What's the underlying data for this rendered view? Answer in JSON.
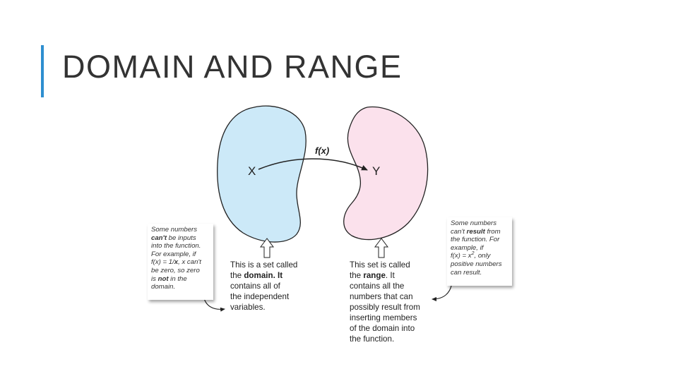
{
  "title": "DOMAIN AND RANGE",
  "colors": {
    "accent": "#2e8fd0",
    "domain_fill": "#cce9f8",
    "range_fill": "#fbe1ec",
    "outline": "#222222"
  },
  "diagram": {
    "domain_label": "X",
    "range_label": "Y",
    "function_label": "f(x)",
    "left_note": {
      "l1": "Some numbers",
      "l2_bold": "can't",
      "l2_rest": " be inputs",
      "l3": "into the function.",
      "l4": "For example, if",
      "l5_pre": "f(x) = 1/",
      "l5_var": "x",
      "l5_post": ", x can't",
      "l6": "be zero, so zero",
      "l7_pre": "is ",
      "l7_bold": "not",
      "l7_post": " in the",
      "l8": "domain."
    },
    "right_note": {
      "l1": "Some numbers",
      "l2_pre": "can't ",
      "l2_bold": "result",
      "l2_post": " from",
      "l3": "the function.  For",
      "l4": "example, if",
      "l5_pre": "f(x) = x",
      "l5_sup": "2",
      "l5_post": ", only",
      "l6": "positive numbers",
      "l7": "can result."
    },
    "domain_caption": {
      "l1": "This is a set called",
      "l2_pre": "the ",
      "l2_bold": "domain",
      "l2_post": ".  It",
      "l3": "contains all of",
      "l4": "the independent",
      "l5": "variables."
    },
    "range_caption": {
      "l1": "This set is called",
      "l2_pre": "the ",
      "l2_bold": "range",
      "l2_post": ".  It",
      "l3": "contains all the",
      "l4": "numbers that can",
      "l5": "possibly result from",
      "l6": "inserting members",
      "l7": "of the domain into",
      "l8": "the function."
    }
  }
}
